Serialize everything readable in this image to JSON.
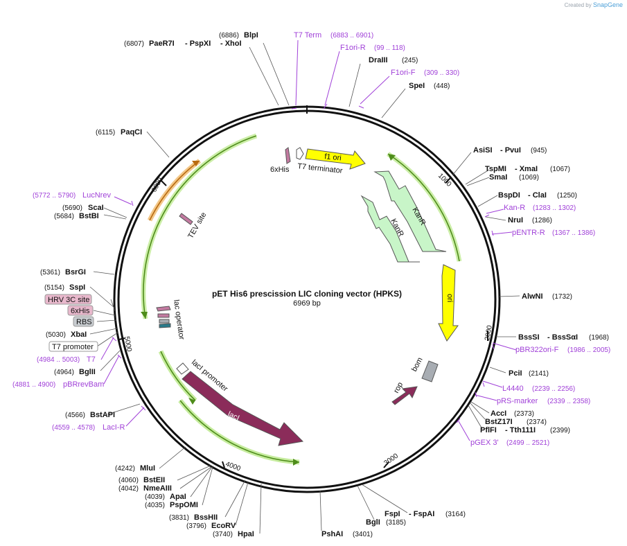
{
  "credit": {
    "prefix": "Created by",
    "brand": "SnapGene"
  },
  "plasmid": {
    "name": "pET His6 prescission LIC cloning vector (HPKS)",
    "size_label": "6969 bp",
    "length": 6969
  },
  "ticks": [
    "1000",
    "2000",
    "3000",
    "4000",
    "5000",
    "6000"
  ],
  "enzymes": [
    {
      "name": "BlpI",
      "pos": "(6886)"
    },
    {
      "name": "PaeR7I",
      "pos": "(6807)"
    },
    {
      "name": "- PspXI"
    },
    {
      "name": "- XhoI"
    },
    {
      "name": "DraIII",
      "pos": "(245)"
    },
    {
      "name": "SpeI",
      "pos": "(448)"
    },
    {
      "name": "PaqCI",
      "pos": "(6115)"
    },
    {
      "name": "AsiSI",
      "pos": "(945)"
    },
    {
      "name": "- PvuI"
    },
    {
      "name": "TspMI",
      "pos": "(1067)"
    },
    {
      "name": "- XmaI"
    },
    {
      "name": "SmaI",
      "pos": "(1069)"
    },
    {
      "name": "BspDI",
      "pos": "(1250)"
    },
    {
      "name": "- ClaI"
    },
    {
      "name": "NruI",
      "pos": "(1286)"
    },
    {
      "name": "ScaI",
      "pos": "(5690)"
    },
    {
      "name": "BstBI",
      "pos": "(5684)"
    },
    {
      "name": "BsrGI",
      "pos": "(5361)"
    },
    {
      "name": "SspI",
      "pos": "(5154)"
    },
    {
      "name": "AlwNI",
      "pos": "(1732)"
    },
    {
      "name": "XbaI",
      "pos": "(5030)"
    },
    {
      "name": "BssSI",
      "pos": "(1968)"
    },
    {
      "name": "- BssSαI"
    },
    {
      "name": "BglII",
      "pos": "(4964)"
    },
    {
      "name": "PciI",
      "pos": "(2141)"
    },
    {
      "name": "AccI",
      "pos": "(2373)"
    },
    {
      "name": "BstZ17I",
      "pos": "(2374)"
    },
    {
      "name": "PflFI",
      "pos": "(2399)"
    },
    {
      "name": "- Tth111I"
    },
    {
      "name": "BstAPI",
      "pos": "(4566)"
    },
    {
      "name": "MluI",
      "pos": "(4242)"
    },
    {
      "name": "BstEII",
      "pos": "(4060)"
    },
    {
      "name": "NmeAIII",
      "pos": "(4042)"
    },
    {
      "name": "ApaI",
      "pos": "(4039)"
    },
    {
      "name": "PspOMI",
      "pos": "(4035)"
    },
    {
      "name": "BssHII",
      "pos": "(3831)"
    },
    {
      "name": "EcoRV",
      "pos": "(3796)"
    },
    {
      "name": "HpaI",
      "pos": "(3740)"
    },
    {
      "name": "PshAI",
      "pos": "(3401)"
    },
    {
      "name": "BglI",
      "pos": "(3185)"
    },
    {
      "name": "FspI",
      "pos": "(3164)"
    },
    {
      "name": "- FspAI"
    }
  ],
  "primers": [
    {
      "name": "T7 Term",
      "range": "(6883 .. 6901)"
    },
    {
      "name": "F1ori-R",
      "range": "(99 .. 118)"
    },
    {
      "name": "F1ori-F",
      "range": "(309 .. 330)"
    },
    {
      "name": "LucNrev",
      "range": "(5772 .. 5790)"
    },
    {
      "name": "Kan-R",
      "range": "(1283 .. 1302)"
    },
    {
      "name": "pENTR-R",
      "range": "(1367 .. 1386)"
    },
    {
      "name": "pBR322ori-F",
      "range": "(1986 .. 2005)"
    },
    {
      "name": "L4440",
      "range": "(2239 .. 2256)"
    },
    {
      "name": "pRS-marker",
      "range": "(2339 .. 2358)"
    },
    {
      "name": "pGEX 3'",
      "range": "(2499 .. 2521)"
    },
    {
      "name": "T7",
      "range": "(4984 .. 5003)"
    },
    {
      "name": "pBRrevBam",
      "range": "(4881 .. 4900)"
    },
    {
      "name": "LacI-R",
      "range": "(4559 .. 4578)"
    }
  ],
  "boxed_labels": [
    "HRV 3C site",
    "6xHis",
    "RBS",
    "T7 promoter"
  ],
  "features": {
    "f1ori": "f1 ori",
    "kanr1": "KanR",
    "kanr2": "KanR",
    "ori": "ori",
    "laci": "lacI",
    "laci_promoter": "lacI promoter",
    "lac_operator": "lac operator",
    "rop": "rop",
    "bom": "bom",
    "tev": "TEV site",
    "his": "6xHis",
    "t7term": "T7 terminator"
  },
  "colors": {
    "primer": "#a040d8",
    "green": "#6aaa2a",
    "orange": "#d88a1a",
    "yellow": "#ffff00",
    "laci": "#8b2c5a",
    "kanr": "#c8f5c8",
    "gray": "#a8adb3",
    "box_pink": "#e8b8cc",
    "box_gray": "#c8ccd0"
  }
}
